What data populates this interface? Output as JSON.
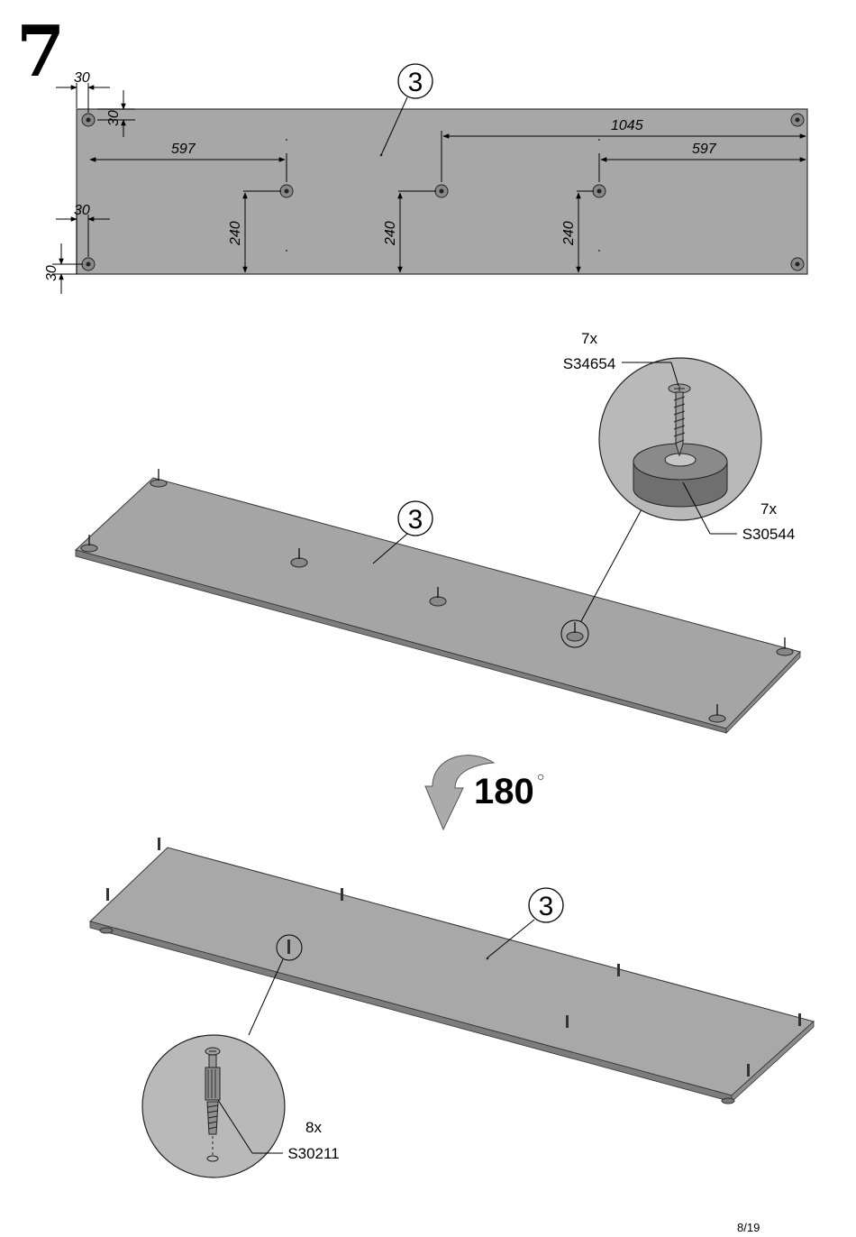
{
  "step": {
    "number": "7"
  },
  "top_view": {
    "part_number": "3",
    "dimensions": {
      "left_corner_x": "30",
      "left_corner_y": "30",
      "left_lower_x": "30",
      "left_lower_y": "30",
      "left_span": "597",
      "right_span_long": "1045",
      "right_span": "597",
      "offset_left": "240",
      "offset_middle": "240",
      "offset_right": "240"
    }
  },
  "assembly_view": {
    "part_number": "3",
    "screw": {
      "qty": "7x",
      "code": "S34654"
    },
    "foot_pad": {
      "qty": "7x",
      "code": "S30544"
    }
  },
  "rotation": {
    "angle": "180",
    "degree_symbol": "○"
  },
  "flipped_view": {
    "part_number": "3",
    "cam_bolt": {
      "qty": "8x",
      "code": "S30211"
    }
  },
  "page": {
    "number": "8/19"
  }
}
